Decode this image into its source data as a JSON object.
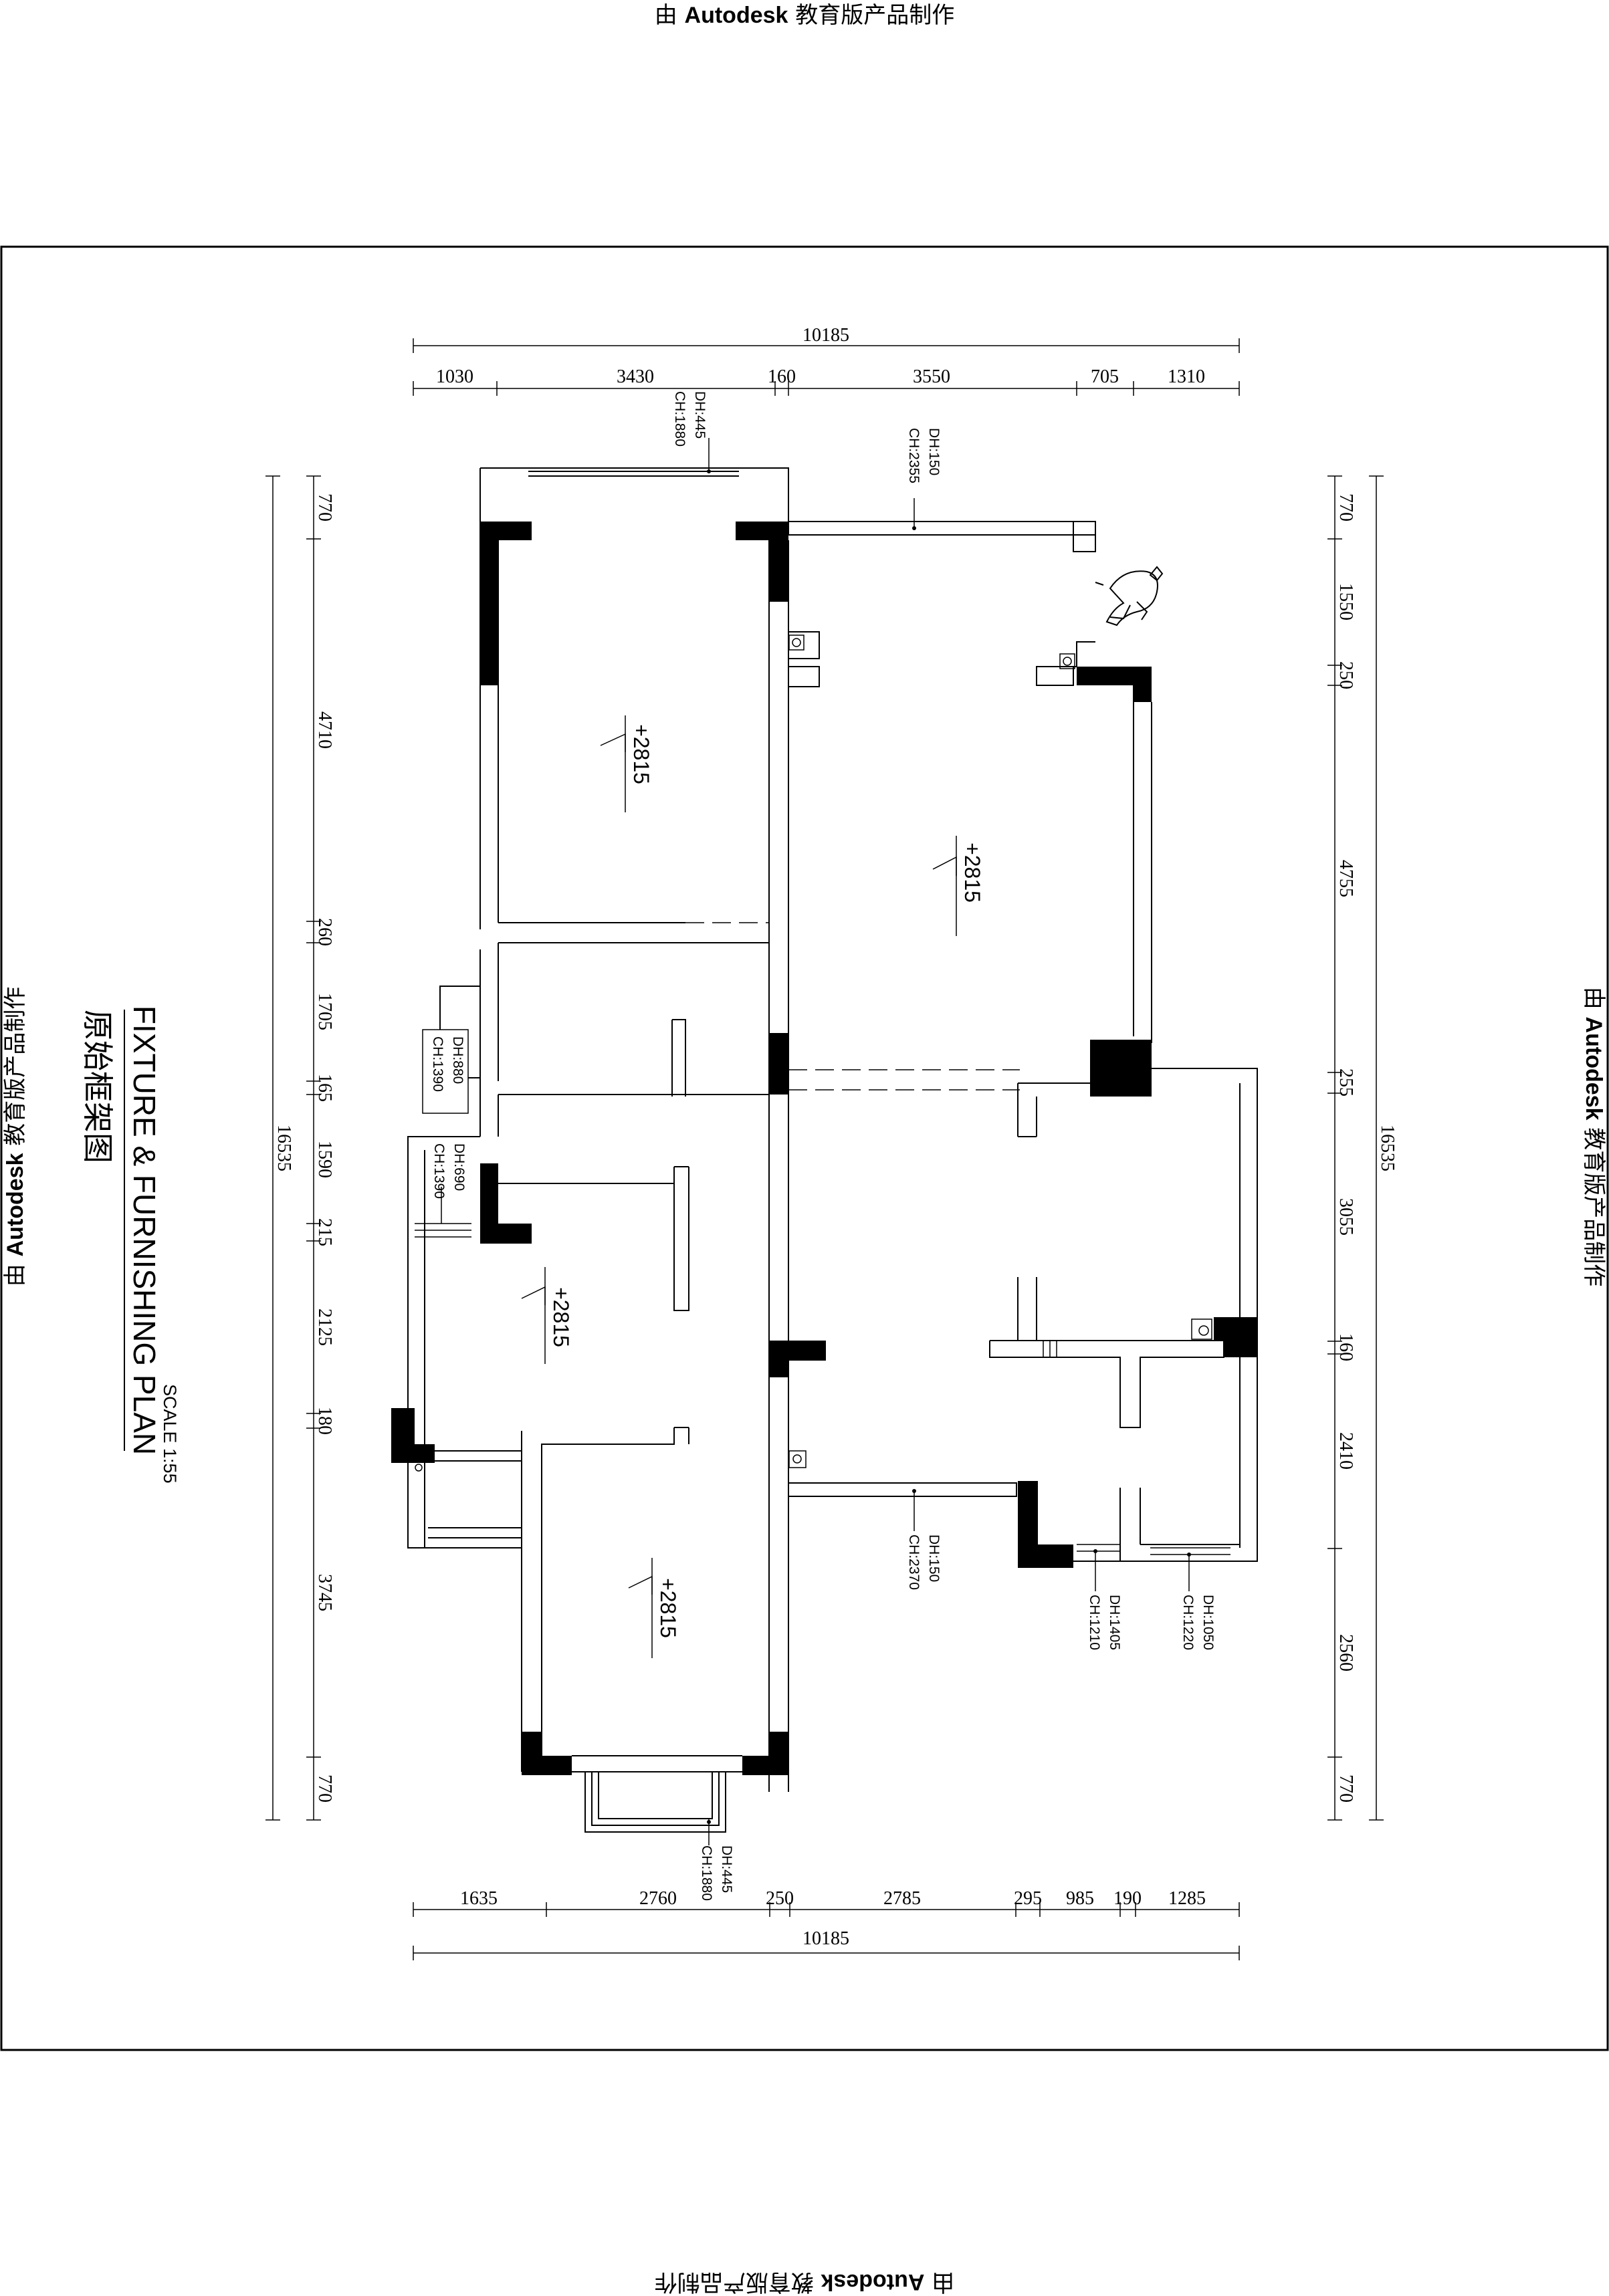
{
  "watermark": {
    "prefix": "由",
    "brand": "Autodesk",
    "suffix": "教育版产品制作"
  },
  "title": {
    "en": "FIXTURE & FURNISHING PLAN",
    "cn": "原始框架图",
    "scale": "SCALE   1:55"
  },
  "dimensions": {
    "top_total": "10185",
    "top_segments": [
      "1030",
      "3430",
      "160",
      "3550",
      "705",
      "1310"
    ],
    "bottom_total": "10185",
    "bottom_segments": [
      "1635",
      "2760",
      "250",
      "2785",
      "295",
      "985",
      "190",
      "1285"
    ],
    "left_total": "16535",
    "left_segments": [
      "770",
      "4710",
      "260",
      "1705",
      "165",
      "1590",
      "215",
      "2125",
      "180",
      "3745",
      "770"
    ],
    "right_total": "16535",
    "right_segments": [
      "770",
      "1550",
      "250",
      "4755",
      "255",
      "3055",
      "160",
      "2410",
      "2560",
      "770"
    ]
  },
  "levels": [
    "+2815",
    "+2815",
    "+2815",
    "+2815"
  ],
  "openings": [
    {
      "dh": "DH:445",
      "ch": "CH:1880"
    },
    {
      "dh": "DH:150",
      "ch": "CH:2355"
    },
    {
      "dh": "DH:880",
      "ch": "CH:1390"
    },
    {
      "dh": "DH:690",
      "ch": "CH:1390"
    },
    {
      "dh": "DH:150",
      "ch": "CH:2370"
    },
    {
      "dh": "DH:1405",
      "ch": "CH:1210"
    },
    {
      "dh": "DH:1050",
      "ch": "CH:1220"
    },
    {
      "dh": "DH:445",
      "ch": "CH:1880"
    }
  ]
}
